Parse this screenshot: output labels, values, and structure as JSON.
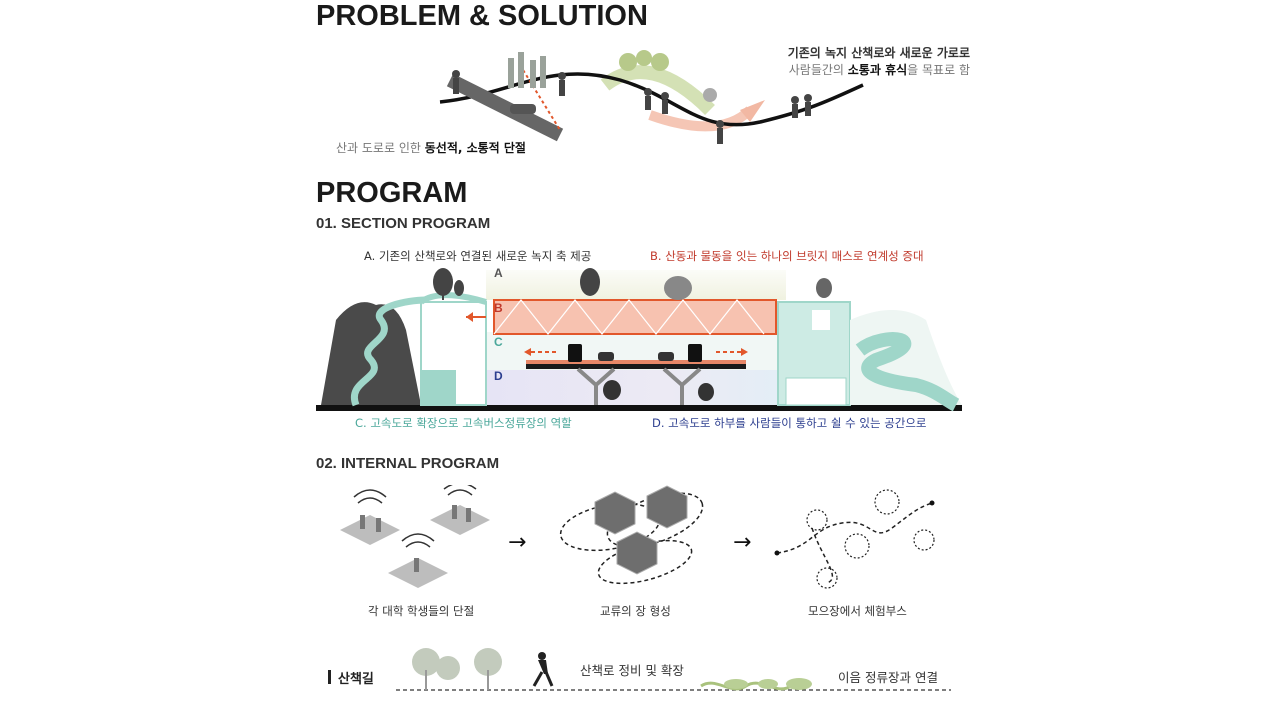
{
  "headings": {
    "problem_solution": "PROBLEM & SOLUTION",
    "program": "PROGRAM",
    "section_program": "01. SECTION PROGRAM",
    "internal_program": "02. INTERNAL PROGRAM"
  },
  "problem": {
    "goal_line1": "기존의 녹지 산책로와 새로운 가로로",
    "goal_line2_pre": "사람들간의 ",
    "goal_line2_bold": "소통과 휴식",
    "goal_line2_post": "을 목표로 함",
    "issue_pre": "산과 도로로 인한 ",
    "issue_bold": "동선적, 소통적 단절"
  },
  "section": {
    "cap_a": "A. 기존의 산책로와 연결된 새로운 녹지 축 제공",
    "cap_b": "B. 산동과 물동을 잇는 하나의 브릿지 매스로 연계성 증대",
    "cap_c": "C. 고속도로 확장으로 고속버스정류장의 역할",
    "cap_d": "D. 고속도로 하부를 사람들이 통하고 쉴 수 있는 공간으로",
    "letter_a": "A",
    "letter_b": "B",
    "letter_c": "C",
    "letter_d": "D"
  },
  "internal": {
    "step1": "각 대학 학생들의 단절",
    "step2": "교류의 장 형성",
    "step3": "모으장에서 체험부스",
    "arrow": "→"
  },
  "trail": {
    "title": "산책길",
    "label1": "산책로 정비 및 확장",
    "label2": "이음 정류장과 연결"
  },
  "colors": {
    "accent_orange": "#e2572b",
    "teal": "#9fd6c9",
    "navy": "#2c3e8f",
    "green": "#a9c27d"
  }
}
